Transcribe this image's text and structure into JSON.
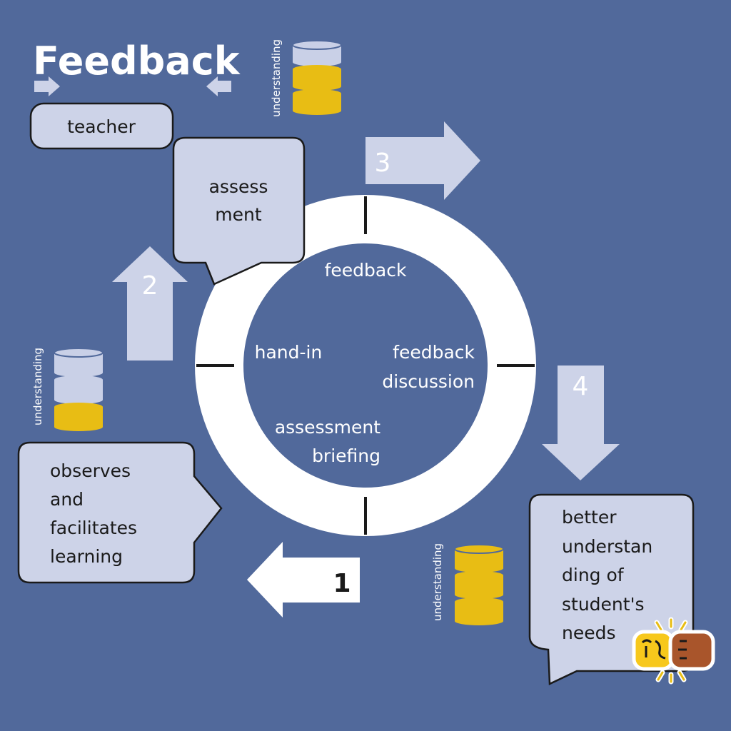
{
  "title": "Feedback",
  "teacher_label": "teacher",
  "bubbles": {
    "assessment": [
      "assess",
      "ment"
    ],
    "observes": [
      "observes",
      "and",
      "facilitates",
      "learning"
    ],
    "better": [
      "better",
      "understan",
      "ding of",
      "student's",
      "needs"
    ]
  },
  "steps": {
    "step1": "1",
    "step2": "2",
    "step3": "3",
    "step4": "4"
  },
  "cycle_labels": {
    "feedback": "feedback",
    "hand_in": "hand-in",
    "feedback_discussion": [
      "feedback",
      "discussion"
    ],
    "assessment_briefing": [
      "assessment",
      "briefing"
    ]
  },
  "understanding": {
    "label": "understanding",
    "stacks": [
      {
        "name": "top",
        "filled_layers": 2,
        "total_layers": 3
      },
      {
        "name": "left",
        "filled_layers": 1,
        "total_layers": 3
      },
      {
        "name": "bottom",
        "filled_layers": 3,
        "total_layers": 3
      }
    ]
  },
  "colors": {
    "background": "#51699b",
    "bubble_fill": "#cdd3e8",
    "arrow_fill": "#cdd3e8",
    "ring_fill": "#ffffff",
    "gold": "#e8bd14",
    "pale": "#c9d0e7"
  },
  "icons": {
    "emoji": "fist-bump-icon"
  }
}
